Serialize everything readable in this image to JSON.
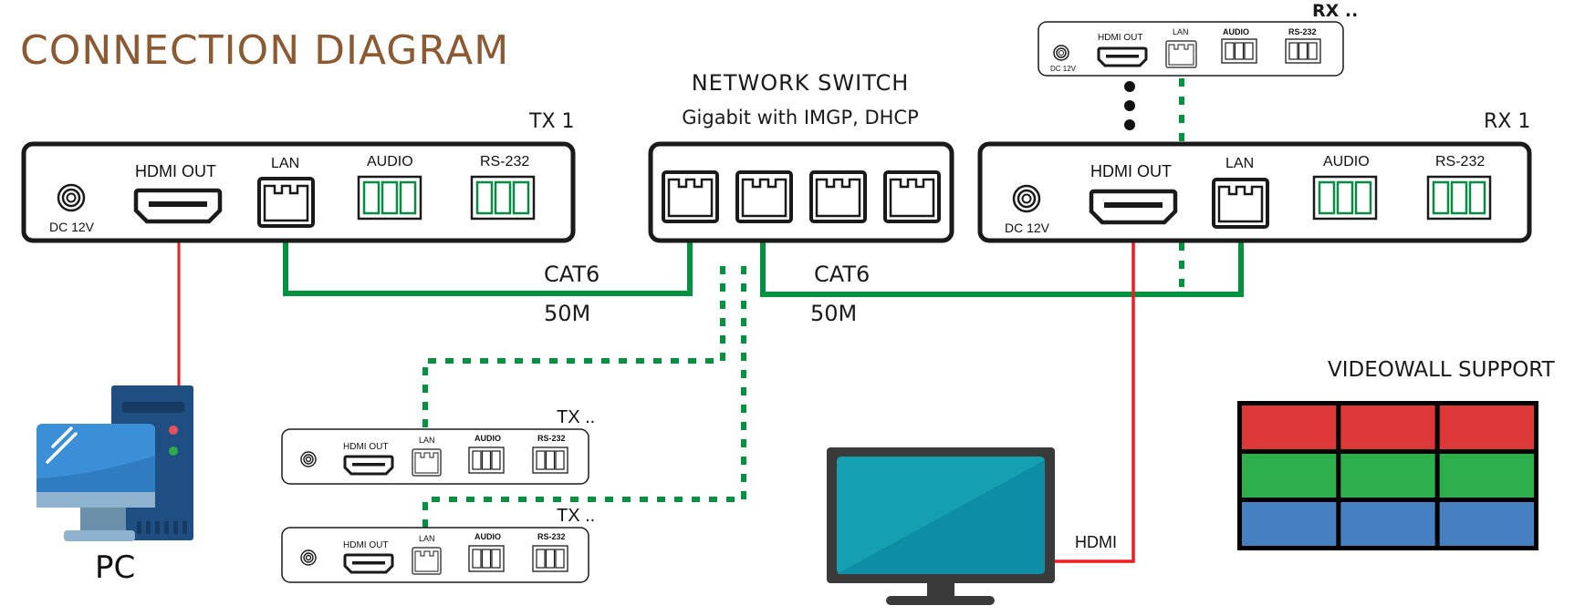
{
  "title": "CONNECTION DIAGRAM",
  "colors": {
    "title": "#8B5A33",
    "cable_lan": "#00923F",
    "cable_hdmi": "#ED1C24",
    "port_green": "#0A8A45",
    "device_outline": "#1a1a1a"
  },
  "switch": {
    "title": "NETWORK SWITCH",
    "subtitle": "Gigabit with IMGP, DHCP",
    "port_count": 4
  },
  "tx1": {
    "label": "TX 1",
    "dc": "DC 12V",
    "hdmi": "HDMI OUT",
    "lan": "LAN",
    "audio": "AUDIO",
    "rs232": "RS-232"
  },
  "rx1": {
    "label": "RX 1",
    "dc": "DC 12V",
    "hdmi": "HDMI OUT",
    "lan": "LAN",
    "audio": "AUDIO",
    "rs232": "RS-232"
  },
  "rx_more": {
    "label": "RX ..",
    "dc": "DC 12V",
    "hdmi": "HDMI OUT",
    "lan": "LAN",
    "audio": "AUDIO",
    "rs232": "RS-232"
  },
  "tx_more": [
    {
      "label": "TX ..",
      "hdmi": "HDMI OUT",
      "lan": "LAN",
      "audio": "AUDIO",
      "rs232": "RS-232"
    },
    {
      "label": "TX ..",
      "hdmi": "HDMI OUT",
      "lan": "LAN",
      "audio": "AUDIO",
      "rs232": "RS-232"
    }
  ],
  "cables": {
    "left": {
      "type": "CAT6",
      "length": "50M"
    },
    "right": {
      "type": "CAT6",
      "length": "50M"
    },
    "hdmi_label": "HDMI"
  },
  "pc": {
    "label": "PC"
  },
  "videowall": {
    "label": "VIDEOWALL SUPPORT",
    "rows": 3,
    "cols": 3,
    "row_colors": [
      "#DC3838",
      "#2DB04B",
      "#4780C0"
    ]
  }
}
